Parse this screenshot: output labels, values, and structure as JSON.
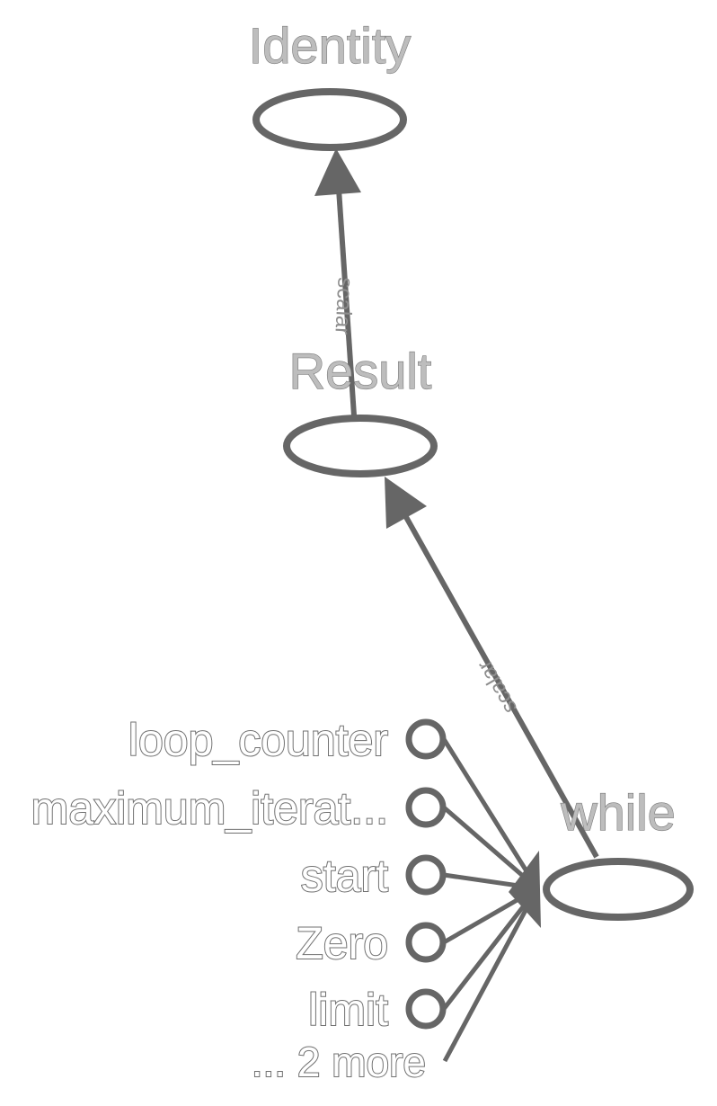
{
  "nodes": {
    "identity": {
      "label": "Identity"
    },
    "result": {
      "label": "Result"
    },
    "while": {
      "label": "while"
    }
  },
  "edges": {
    "result_to_identity": {
      "label": "scalar"
    },
    "while_to_result": {
      "label": "scalar"
    }
  },
  "inputs": [
    {
      "label": "loop_counter"
    },
    {
      "label": "maximum_iterat..."
    },
    {
      "label": "start"
    },
    {
      "label": "Zero"
    },
    {
      "label": "limit"
    }
  ],
  "more_inputs": {
    "label": "... 2 more"
  },
  "colors": {
    "stroke": "#666666",
    "node_label_fill": "#bdbdbd",
    "edge_label": "#8e8e8e"
  }
}
